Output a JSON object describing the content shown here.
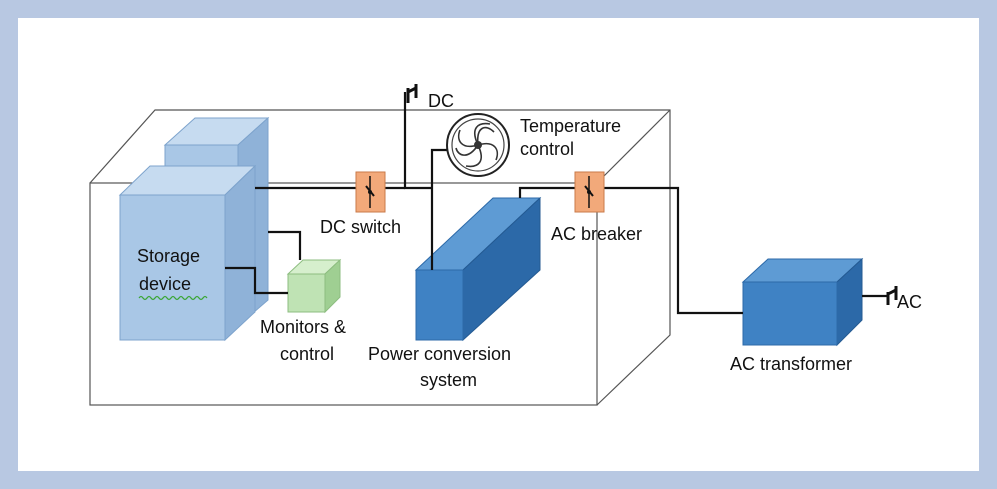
{
  "labels": {
    "dc_terminal": "DC",
    "temperature_line1": "Temperature",
    "temperature_line2": "control",
    "dc_switch": "DC switch",
    "ac_breaker": "AC breaker",
    "storage_line1": "Storage",
    "storage_line2": "device",
    "monitors_line1": "Monitors &",
    "monitors_line2": "control",
    "pcs_line1": "Power conversion",
    "pcs_line2": "system",
    "ac_transformer": "AC transformer",
    "ac_terminal": "AC"
  },
  "colors": {
    "frame_border": "#b8c8e2",
    "storage_front": "#a9c7e6",
    "storage_side": "#8fb2d8",
    "storage_top": "#c6dbf0",
    "pcs_front": "#3f82c4",
    "pcs_side": "#2c69a8",
    "pcs_top": "#5e9bd4",
    "monitor_front": "#bfe3b4",
    "monitor_side": "#9fcf92",
    "switch_fill": "#f2a97a",
    "wire": "#111111"
  }
}
